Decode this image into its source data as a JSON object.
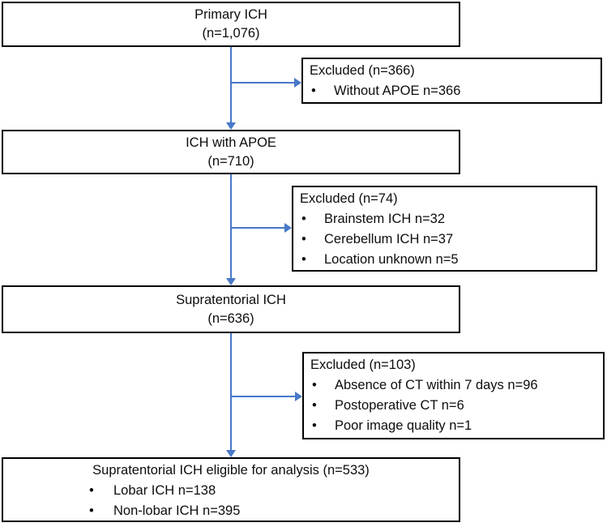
{
  "meta": {
    "type": "study-flow-diagram"
  },
  "colors": {
    "arrow": "#4878C8",
    "box-border": "#000000",
    "text": "#0d0d0d",
    "background": "#ffffff"
  },
  "flow": {
    "primary": {
      "line1": "Primary ICH",
      "line2": "(n=1,076)"
    },
    "excluded1": {
      "header": "Excluded (n=366)",
      "bullets": [
        "Without APOE n=366"
      ]
    },
    "with_apoe": {
      "line1": "ICH with APOE",
      "line2": "(n=710)"
    },
    "excluded2": {
      "header": "Excluded (n=74)",
      "bullets": [
        "Brainstem ICH n=32",
        "Cerebellum ICH n=37",
        "Location unknown n=5"
      ]
    },
    "supratentorial": {
      "line1": "Supratentorial ICH",
      "line2": "(n=636)"
    },
    "excluded3": {
      "header": "Excluded (n=103)",
      "bullets": [
        "Absence of CT within 7 days n=96",
        "Postoperative CT n=6",
        "Poor image quality n=1"
      ]
    },
    "eligible": {
      "title": "Supratentorial ICH eligible for analysis (n=533)",
      "bullets": [
        "Lobar ICH n=138",
        "Non-lobar ICH n=395"
      ]
    }
  }
}
